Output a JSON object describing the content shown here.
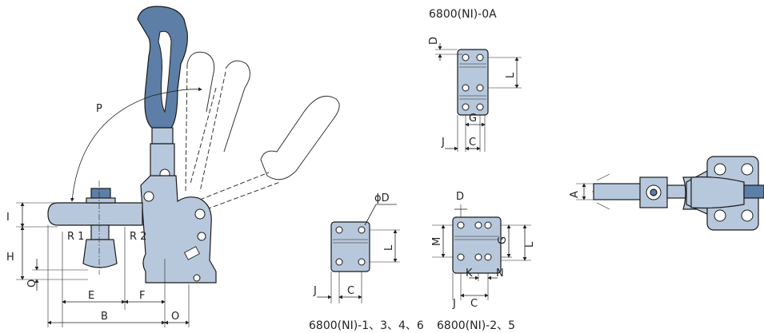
{
  "labels": {
    "P": "P",
    "I": "I",
    "H": "H",
    "Q": "Q",
    "R1": "R 1",
    "R2": "R 2",
    "E": "E",
    "F": "F",
    "B": "B",
    "O": "O",
    "phiD": "ϕD",
    "L": "L",
    "J": "J",
    "C": "C",
    "D": "D",
    "G": "G",
    "M": "M",
    "K": "K",
    "N": "N",
    "A": "A"
  },
  "captions": {
    "top_plate": "6800(NI)-0A",
    "plate_1346": "6800(NI)-1、3、4、6",
    "plate_25": "6800(NI)-2、5"
  }
}
